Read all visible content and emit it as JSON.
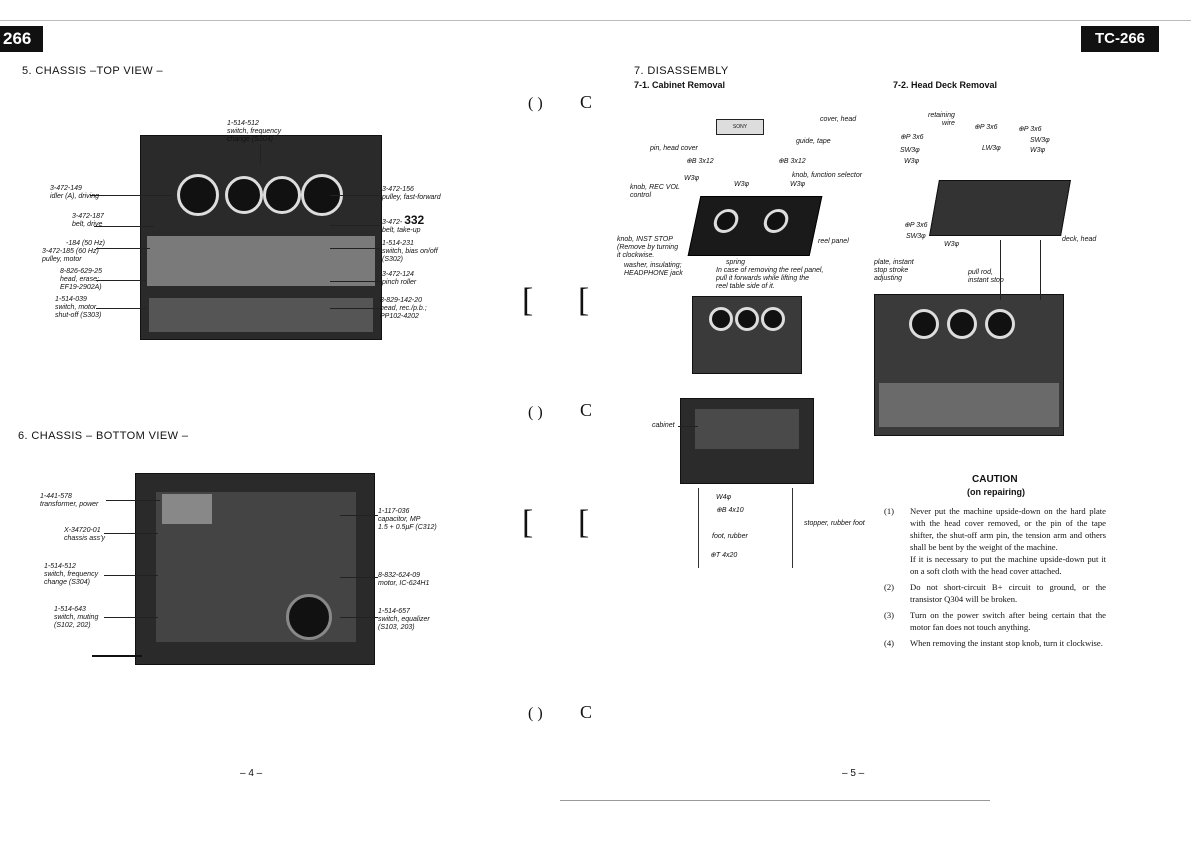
{
  "left_page": {
    "corner_tab": "266",
    "section5_title": "5. CHASSIS –TOP VIEW –",
    "section6_title": "6. CHASSIS – BOTTOM VIEW –",
    "page_number": "– 4 –",
    "top_view_labels": {
      "switch_freq_part": "1-514-512",
      "switch_freq_desc1": "switch, frequency",
      "switch_freq_desc2": "change (S304)",
      "idler_part": "3-472-149",
      "idler_desc": "idler (A), driving",
      "belt_drive_part": "3-472-187",
      "belt_drive_desc": "belt, drive",
      "pulley_motor_a": "-184 (50 Hz)",
      "pulley_motor_prefix": "3-472",
      "pulley_motor_b": "-185 (60 Hz)",
      "pulley_motor_desc": "pulley, motor",
      "head_erase_part": "8-826-629-25",
      "head_erase_desc1": "head, erase;",
      "head_erase_desc2": "EF19-2902A)",
      "switch_motor_part": "1-514-039",
      "switch_motor_desc1": "switch, motor",
      "switch_motor_desc2": "shut-off (S303)",
      "pulley_ff_part": "3-472-156",
      "pulley_ff_desc": "pulley, fast-forward",
      "belt_takeup_part": "3-472-",
      "belt_takeup_desc": "belt, take-up",
      "handwritten": "332",
      "switch_bias_part": "1-514-231",
      "switch_bias_desc1": "switch, bias on/off",
      "switch_bias_desc2": "(S302)",
      "pinch_part": "3-472-124",
      "pinch_desc": "pinch roller",
      "head_rec_part": "8-829-142-20",
      "head_rec_desc1": "head, rec./p.b.;",
      "head_rec_desc2": "PP102-4202"
    },
    "bottom_view_labels": {
      "transformer_part": "1-441-578",
      "transformer_desc": "transformer, power",
      "chassis_part": "X-34720-01",
      "chassis_desc": "chassis ass'y",
      "switch_freq_part": "1-514-512",
      "switch_freq_desc1": "switch, frequency",
      "switch_freq_desc2": "change (S304)",
      "switch_muting_part": "1-514-643",
      "switch_muting_desc1": "switch, muting",
      "switch_muting_desc2": "(S102, 202)",
      "capacitor_part": "1-117-036",
      "capacitor_desc1": "capacitor, MP",
      "capacitor_desc2": "1.5 + 0.5μF (C312)",
      "motor_part": "8-832-624-09",
      "motor_desc": "motor, IC-624H1",
      "switch_eq_part": "1-514-657",
      "switch_eq_desc1": "switch, equalizer",
      "switch_eq_desc2": "(S103, 203)"
    }
  },
  "right_page": {
    "corner_tab": "TC-266",
    "section7_title": "7. DISASSEMBLY",
    "sub71": "7-1. Cabinet Removal",
    "sub72": "7-2. Head Deck Removal",
    "page_number": "– 5 –",
    "cabinet_labels": {
      "cover_head": "cover, head",
      "guide_tape": "guide, tape",
      "pin_head_cover": "pin, head cover",
      "b3x12_left": "⊕B 3x12",
      "b3x12_right": "⊕B 3x12",
      "w3_a": "W3φ",
      "w3_b": "W3φ",
      "w3_c": "W3φ",
      "knob_function": "knob, function selector",
      "knob_rec_vol1": "knob, REC VOL",
      "knob_rec_vol2": "control",
      "reel_panel": "reel panel",
      "knob_inst_stop": "knob, INST STOP",
      "remove_note1": "(Remove by turning",
      "remove_note2": "it clockwise.",
      "washer": "washer, insulating;",
      "headphone": "HEADPHONE jack",
      "spring": "spring",
      "reel_note1": "In case of removing the reel panel,",
      "reel_note2": "pull it forwards while lifting the",
      "reel_note3": "reel table side of it.",
      "sony": "SONY",
      "cabinet": "cabinet",
      "w4": "W4φ",
      "b4x10": "⊕B 4x10",
      "foot_rubber": "foot, rubber",
      "t4x20": "⊕T 4x20",
      "stopper_foot": "stopper, rubber foot"
    },
    "head_deck_labels": {
      "retaining_wire1": "retaining",
      "retaining_wire2": "wire",
      "p3x6_a": "⊕P 3x6",
      "p3x6_b": "⊕P 3x6",
      "p3x6_c": "⊕P 3x6",
      "p3x6_d": "⊕P 3x6",
      "sw3_a": "SW3φ",
      "sw3_b": "SW3φ",
      "sw3_c": "SW3φ",
      "w3_a": "W3φ",
      "w3_b": "W3φ",
      "w3_c": "W3φ",
      "lw3": "LW3φ",
      "deck_head": "deck, head",
      "plate_instant1": "plate, instant",
      "plate_instant2": "stop stroke",
      "plate_instant3": "adjusting",
      "pull_rod1": "pull rod,",
      "pull_rod2": "instant stop"
    },
    "caution": {
      "title": "CAUTION",
      "subtitle": "(on repairing)",
      "items": [
        {
          "num": "(1)",
          "text": "Never put the machine upside-down on the hard plate with the head cover removed, or the pin of the tape shifter, the shut-off arm pin, the tension arm and others shall be bent by the weight of the machine."
        },
        {
          "num": "",
          "text": "If it is necessary to put the machine upside-down put it on a soft cloth with the head cover attached."
        },
        {
          "num": "(2)",
          "text": "Do not short-circuit B+ circuit to ground, or the transistor Q304 will be broken."
        },
        {
          "num": "(3)",
          "text": "Turn on the power switch after being certain that the motor fan does not touch anything."
        },
        {
          "num": "(4)",
          "text": "When removing the instant stop knob, turn it clockwise."
        }
      ]
    }
  }
}
